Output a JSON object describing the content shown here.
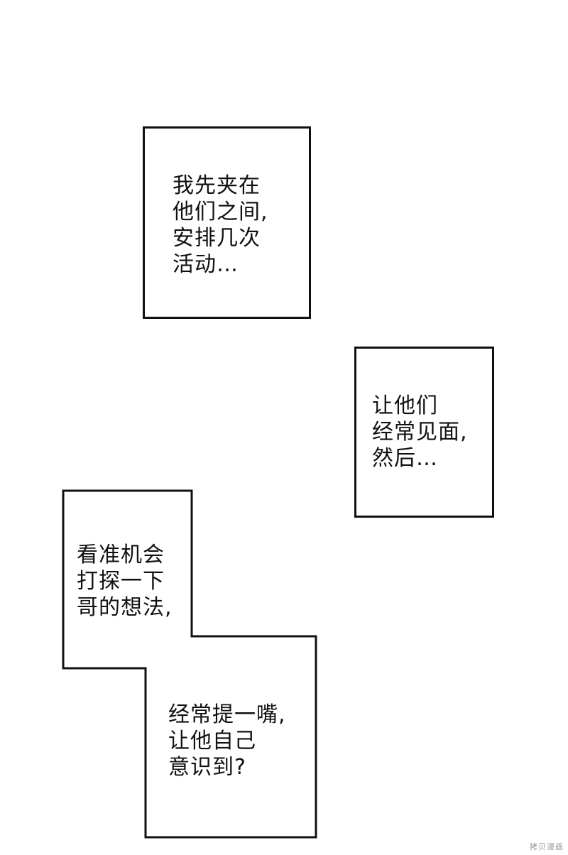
{
  "captions": [
    {
      "lines": [
        "我先夹在",
        "他们之间,",
        "安排几次",
        "活动…"
      ]
    },
    {
      "lines": [
        "让他们",
        "经常见面,",
        "然后…"
      ]
    },
    {
      "lines_top": [
        "看准机会",
        "打探一下",
        "哥的想法,"
      ],
      "lines_bottom": [
        "经常提一嘴,",
        "让他自己",
        "意识到?"
      ]
    }
  ],
  "watermark": "拷贝漫画",
  "colors": {
    "border": "#111111",
    "background": "#ffffff",
    "watermark": "#9a9a9a"
  }
}
